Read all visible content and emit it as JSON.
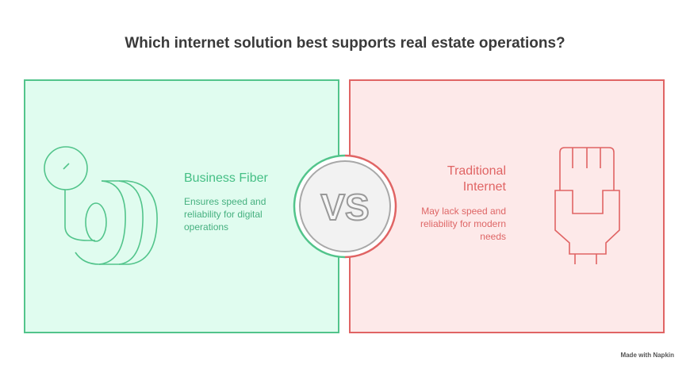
{
  "title": "Which internet solution best supports real estate operations?",
  "left": {
    "heading": "Business Fiber",
    "description": "Ensures speed and reliability for digital operations",
    "icon": "fiber-spool-icon",
    "color": "#45bf85"
  },
  "right": {
    "heading": "Traditional Internet",
    "description": "May lack speed and reliability for modern needs",
    "icon": "ethernet-plug-icon",
    "color": "#e06464"
  },
  "vs_label": "VS",
  "footer": "Made with Napkin"
}
